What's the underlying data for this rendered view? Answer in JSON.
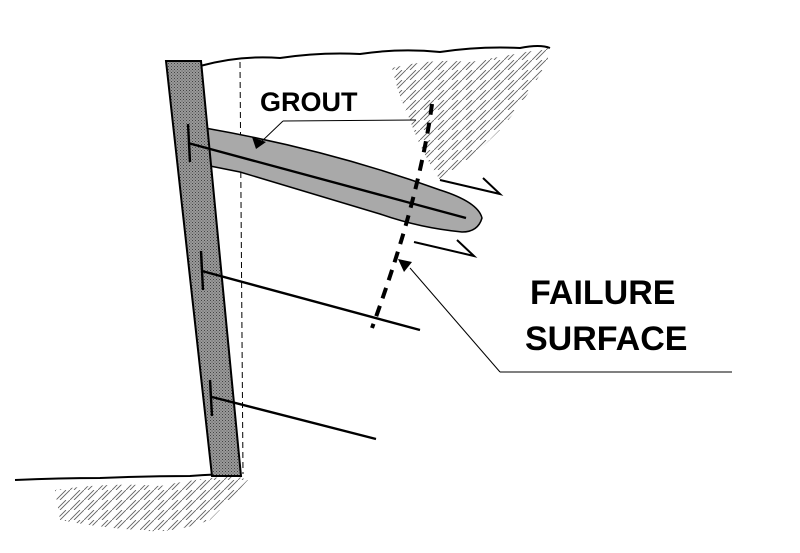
{
  "labels": {
    "grout": "GROUT",
    "failure_line1": "FAILURE",
    "failure_line2": "SURFACE"
  },
  "colors": {
    "ink": "#000000",
    "wall_fill": "#8a8a8a",
    "grout_fill": "#a9a9a9",
    "background": "#ffffff"
  },
  "elements": {
    "wall": "retaining-wall",
    "anchors": [
      "soil-nail-top",
      "soil-nail-middle",
      "soil-nail-bottom"
    ],
    "grout_body": "grout-column",
    "failure_surface": "failure-surface-line",
    "movement_arrows": 2,
    "ground_hatch": [
      "ground-hatch-top",
      "ground-hatch-bottom"
    ]
  }
}
